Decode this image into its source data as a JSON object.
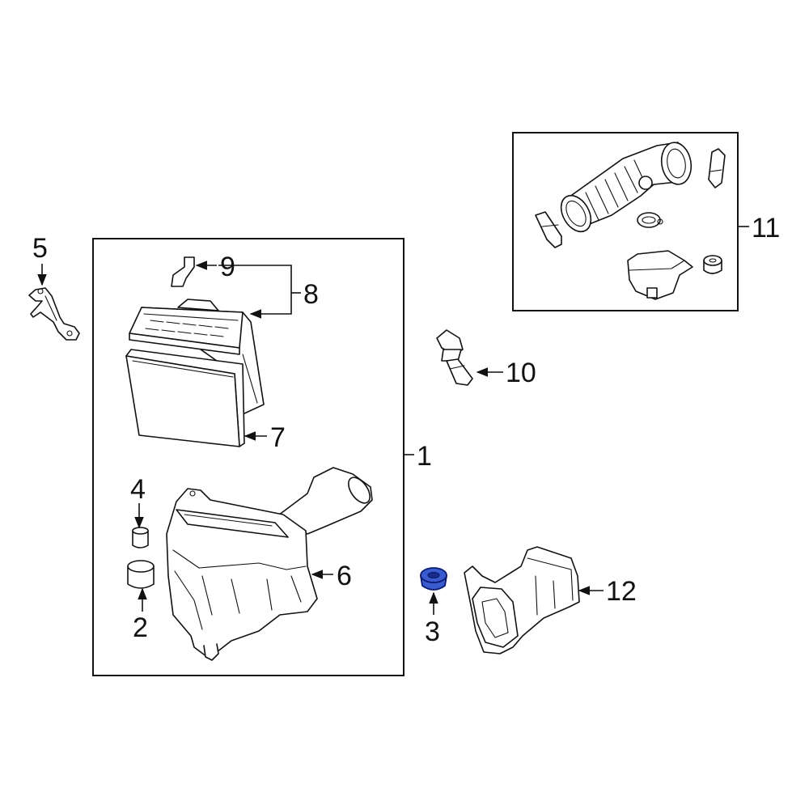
{
  "colors": {
    "line": "#111111",
    "background": "#ffffff",
    "highlight_fill": "#3a5bd0",
    "highlight_stroke": "#0a1a6e"
  },
  "callouts": [
    {
      "id": "1",
      "label": "1"
    },
    {
      "id": "2",
      "label": "2"
    },
    {
      "id": "3",
      "label": "3",
      "highlighted": true
    },
    {
      "id": "4",
      "label": "4"
    },
    {
      "id": "5",
      "label": "5"
    },
    {
      "id": "6",
      "label": "6"
    },
    {
      "id": "7",
      "label": "7"
    },
    {
      "id": "8",
      "label": "8"
    },
    {
      "id": "9",
      "label": "9"
    },
    {
      "id": "10",
      "label": "10"
    },
    {
      "id": "11",
      "label": "11"
    },
    {
      "id": "12",
      "label": "12"
    }
  ]
}
